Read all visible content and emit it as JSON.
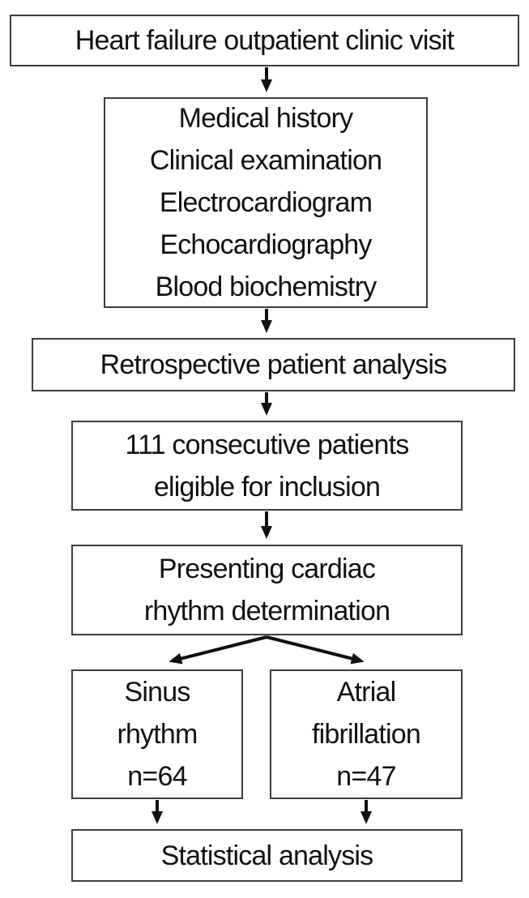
{
  "diagram": {
    "colors": {
      "background": "#ffffff",
      "box_border": "#3d3d3d",
      "text": "#111111",
      "arrow": "#111111"
    },
    "nodes": {
      "clinic_visit": {
        "label": "Heart failure outpatient clinic visit"
      },
      "assessment": {
        "lines": [
          "Medical history",
          "Clinical examination",
          "Electrocardiogram",
          "Echocardiography",
          "Blood biochemistry"
        ]
      },
      "retrospective_analysis": {
        "label": "Retrospective patient analysis"
      },
      "eligible_patients": {
        "lines": [
          "111 consecutive patients",
          "eligible for inclusion"
        ]
      },
      "rhythm_determination": {
        "lines": [
          "Presenting cardiac",
          "rhythm determination"
        ]
      },
      "sinus_rhythm": {
        "lines": [
          "Sinus",
          "rhythm",
          "n=64"
        ]
      },
      "atrial_fibrillation": {
        "lines": [
          "Atrial",
          "fibrillation",
          "n=47"
        ]
      },
      "statistical_analysis": {
        "label": "Statistical analysis"
      }
    },
    "edges": [
      {
        "from": "clinic_visit",
        "to": "assessment"
      },
      {
        "from": "assessment",
        "to": "retrospective_analysis"
      },
      {
        "from": "retrospective_analysis",
        "to": "eligible_patients"
      },
      {
        "from": "eligible_patients",
        "to": "rhythm_determination"
      },
      {
        "from": "rhythm_determination",
        "to": "sinus_rhythm"
      },
      {
        "from": "rhythm_determination",
        "to": "atrial_fibrillation"
      },
      {
        "from": "sinus_rhythm",
        "to": "statistical_analysis"
      },
      {
        "from": "atrial_fibrillation",
        "to": "statistical_analysis"
      }
    ]
  }
}
